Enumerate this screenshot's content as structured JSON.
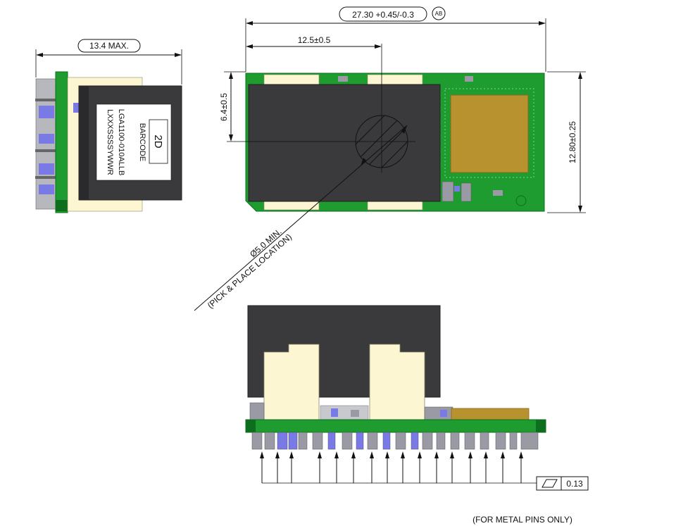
{
  "labels": {
    "overall_length": "27.30 +0.45/-0.3",
    "datum_ref": "AB",
    "pick_offset_x": "12.5±0.5",
    "pick_offset_y": "6.4±0.5",
    "overall_width": "12.80±0.25",
    "side_max_height": "13.4 MAX.",
    "pick_diameter": "Ø5.0 MIN.",
    "pick_note": "(PICK & PLACE LOCATION)",
    "flatness_value": "0.13",
    "footnote": "(FOR METAL PINS ONLY)"
  },
  "barcode_label": {
    "code_2d": "2D",
    "barcode": "BARCODE",
    "part_number": "LGA1100-010ALLB",
    "lot_code": "LXXXSSSSYWWR"
  },
  "colors": {
    "pcb_green": "#1e9c2f",
    "pcb_dark_green": "#0d6e1e",
    "component_body": "#3a3a3c",
    "connector": "#fdf6d3",
    "ic_gold": "#b8922e",
    "pin_grey": "#9a9aa4",
    "pin_blue": "#7a7ae6"
  }
}
